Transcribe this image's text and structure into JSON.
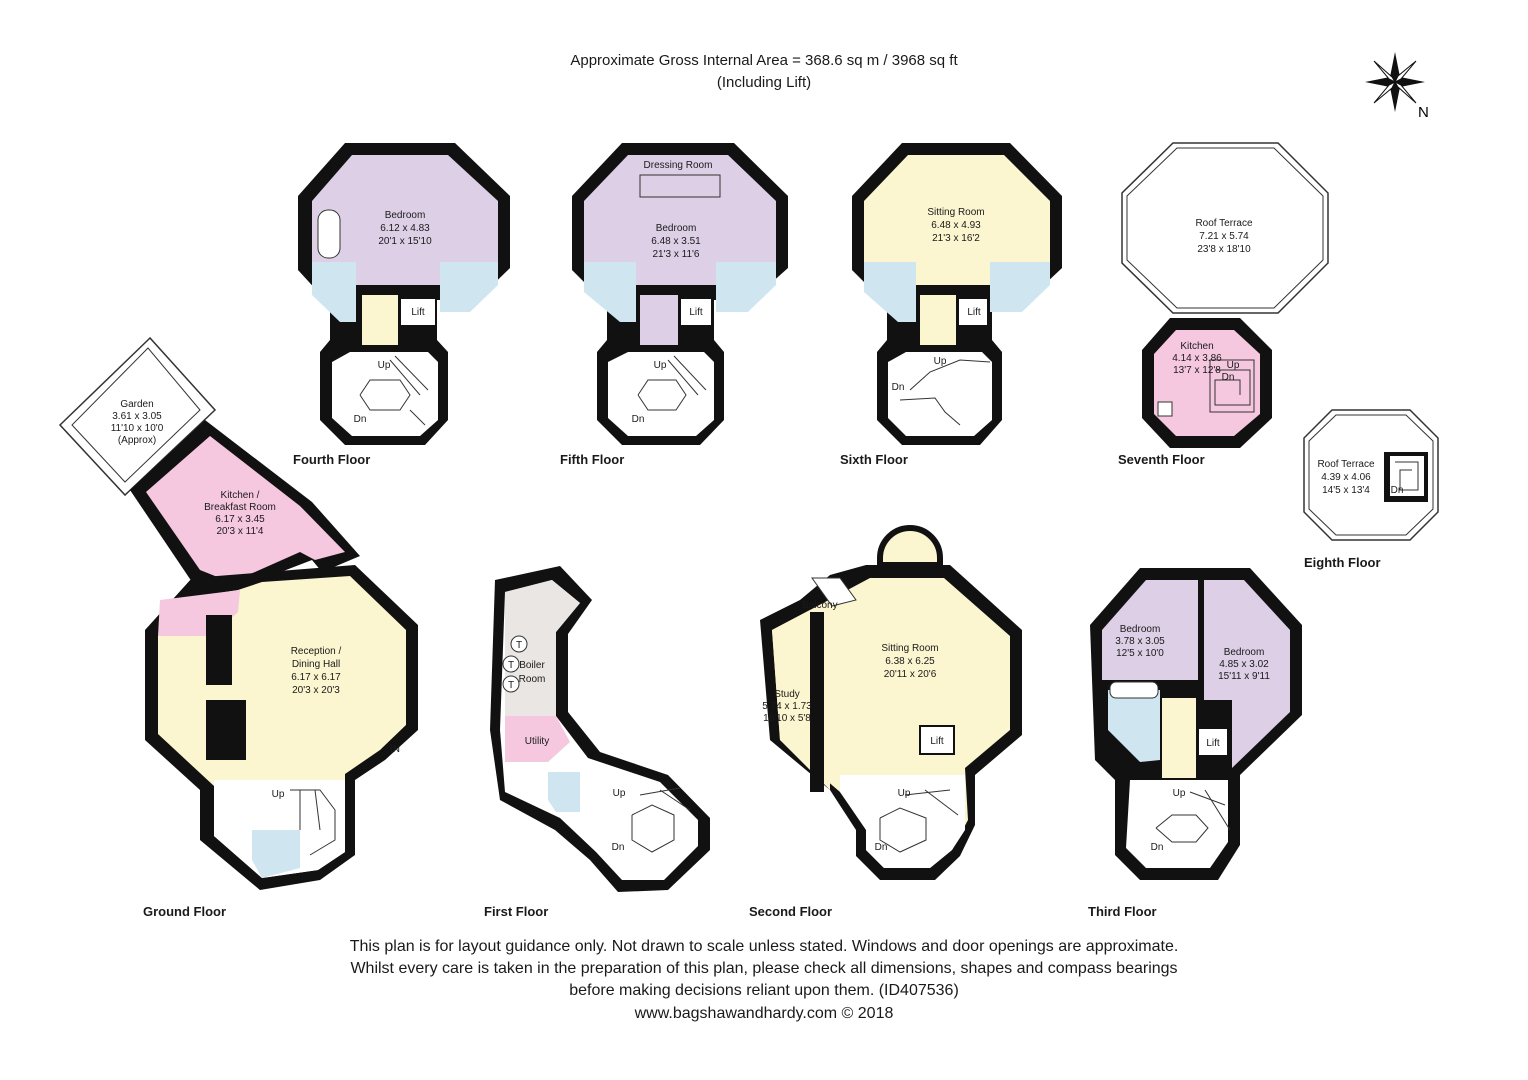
{
  "header": {
    "line1": "Approximate Gross Internal Area = 368.6 sq m / 3968 sq ft",
    "line2": "(Including Lift)"
  },
  "compass": {
    "label": "N"
  },
  "floors": {
    "ground": "Ground Floor",
    "first": "First Floor",
    "second": "Second Floor",
    "third": "Third Floor",
    "fourth": "Fourth Floor",
    "fifth": "Fifth Floor",
    "sixth": "Sixth Floor",
    "seventh": "Seventh Floor",
    "eighth": "Eighth Floor"
  },
  "rooms": {
    "garden": {
      "name": "Garden",
      "metric": "3.61 x 3.05",
      "imperial": "11'10 x 10'0",
      "note": "(Approx)"
    },
    "kitchen_breakfast": {
      "name1": "Kitchen /",
      "name2": "Breakfast Room",
      "metric": "6.17 x 3.45",
      "imperial": "20'3 x 11'4"
    },
    "reception": {
      "name1": "Reception /",
      "name2": "Dining Hall",
      "metric": "6.17 x 6.17",
      "imperial": "20'3 x 20'3"
    },
    "boiler": {
      "name1": "Boiler",
      "name2": "Room"
    },
    "utility": {
      "name": "Utility"
    },
    "study": {
      "name": "Study",
      "metric": "5.74 x 1.73",
      "imperial": "18'10 x 5'8"
    },
    "balcony": {
      "name": "Balcony"
    },
    "sitting2": {
      "name": "Sitting Room",
      "metric": "6.38 x 6.25",
      "imperial": "20'11 x 20'6"
    },
    "bed3a": {
      "name": "Bedroom",
      "metric": "3.78 x 3.05",
      "imperial": "12'5 x 10'0"
    },
    "bed3b": {
      "name": "Bedroom",
      "metric": "4.85 x 3.02",
      "imperial": "15'11 x 9'11"
    },
    "bed4": {
      "name": "Bedroom",
      "metric": "6.12 x 4.83",
      "imperial": "20'1 x 15'10"
    },
    "dressing": {
      "name": "Dressing Room"
    },
    "bed5": {
      "name": "Bedroom",
      "metric": "6.48 x 3.51",
      "imperial": "21'3 x 11'6"
    },
    "sitting6": {
      "name": "Sitting Room",
      "metric": "6.48 x 4.93",
      "imperial": "21'3 x 16'2"
    },
    "roof7": {
      "name": "Roof Terrace",
      "metric": "7.21 x 5.74",
      "imperial": "23'8 x 18'10"
    },
    "kitchen7": {
      "name": "Kitchen",
      "metric": "4.14 x 3.86",
      "imperial": "13'7 x 12'8"
    },
    "roof8": {
      "name": "Roof Terrace",
      "metric": "4.39 x 4.06",
      "imperial": "14'5 x 13'4"
    }
  },
  "marks": {
    "lift": "Lift",
    "up": "Up",
    "dn": "Dn",
    "in": "IN",
    "tank": "T"
  },
  "footer": {
    "line1": "This plan is for layout guidance only. Not drawn to scale unless stated. Windows and door openings are approximate.",
    "line2": "Whilst every care is taken in the preparation of this plan, please check all dimensions, shapes and compass bearings",
    "line3": "before making decisions reliant upon them. (ID407536)",
    "line4": "www.bagshawandhardy.com © 2018"
  },
  "colors": {
    "bedroom": "#dccfe6",
    "sitting": "#fbf5d0",
    "kitchen": "#f5c8e0",
    "bathroom": "#cfe6f0",
    "service": "#e9e6e4",
    "wall": "#111111"
  }
}
